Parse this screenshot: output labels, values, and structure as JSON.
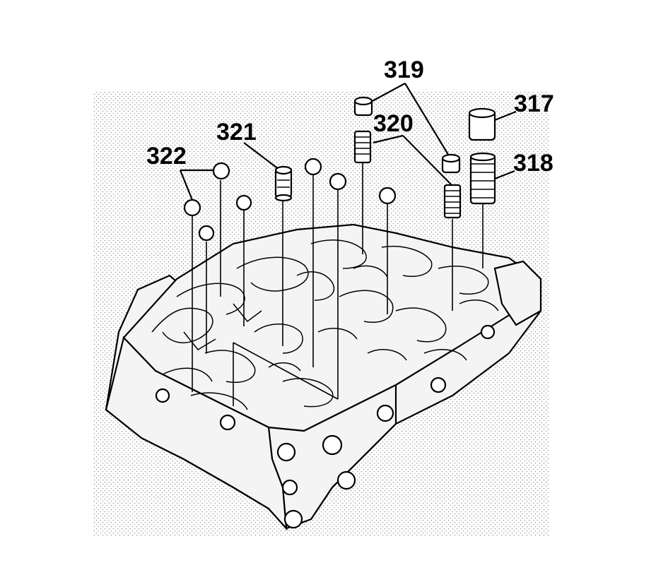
{
  "callouts": {
    "c317": "317",
    "c318": "318",
    "c319": "319",
    "c320": "320",
    "c321": "321",
    "c322": "322"
  }
}
